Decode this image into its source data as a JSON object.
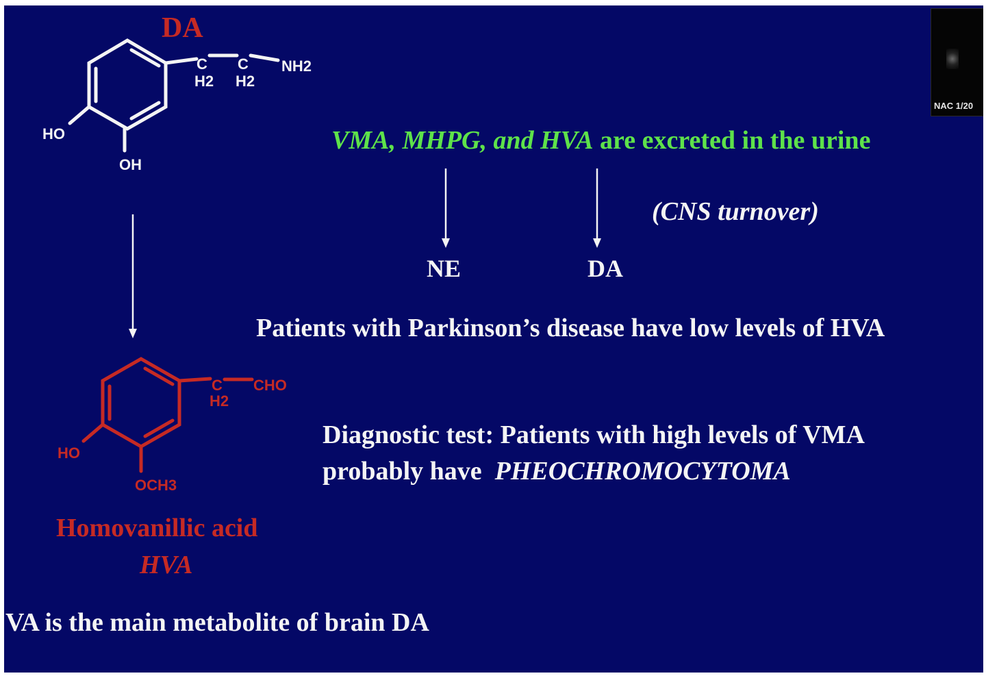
{
  "colors": {
    "slide_background": "#040866",
    "text_white": "#f4f4f4",
    "text_green": "#5ee24a",
    "text_red": "#c62a24"
  },
  "dopamine": {
    "label": "DA",
    "groups": {
      "ch2_1": "C",
      "ch2_1_h": "H2",
      "ch2_2": "C",
      "ch2_2_h": "H2",
      "amine": "NH2",
      "hydroxyl_1": "HO",
      "hydroxyl_2": "OH"
    }
  },
  "hva": {
    "groups": {
      "ch2": "C",
      "ch2_h": "H2",
      "aldehyde": "CHO",
      "hydroxyl": "HO",
      "methoxy": "OCH3"
    },
    "name": "Homovanillic acid",
    "abbrev": "HVA"
  },
  "excretion": {
    "metabolites_italic": "VMA, MHPG, and HVA",
    "rest": " are excreted in the urine",
    "targets": [
      "NE",
      "DA"
    ],
    "note": "(CNS turnover)"
  },
  "statements": {
    "parkinson": "Patients with Parkinson’s disease have low levels of HVA",
    "diagnostic_line1": "Diagnostic test:  Patients with high levels of VMA",
    "diagnostic_line2_plain": "probably have  ",
    "diagnostic_line2_italic": "PHEOCHROMOCYTOMA",
    "main_metabolite": "VA is the main metabolite of brain DA"
  },
  "thumbnail": {
    "label": "NAC 1/20"
  }
}
